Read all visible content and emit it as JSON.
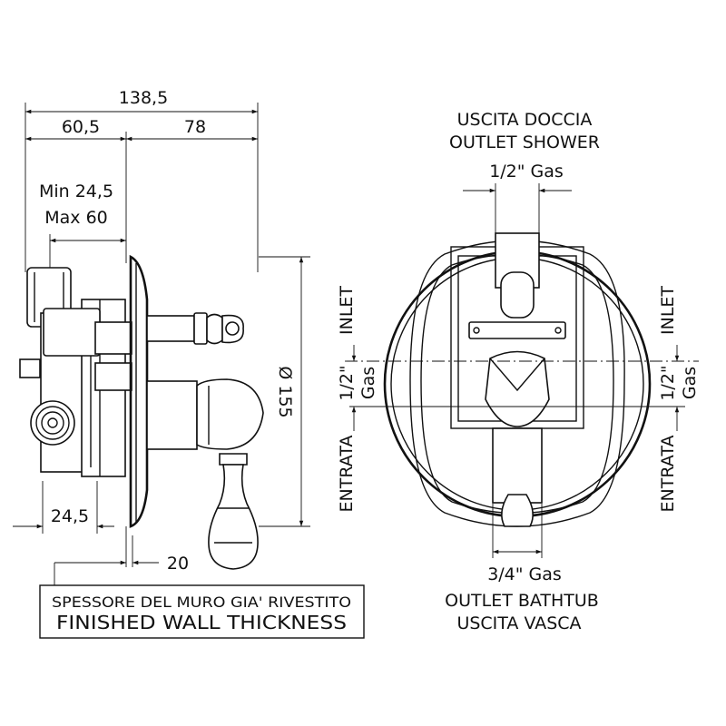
{
  "dimensions": {
    "overall_depth": "138,5",
    "body_depth": "60,5",
    "front_depth": "78",
    "wall_min": "Min 24,5",
    "wall_max": "Max 60",
    "bottom_offset": "24,5",
    "plate_offset": "20",
    "plate_diameter": "Ø 155"
  },
  "wall_note": {
    "italian": "SPESSORE DEL MURO GIA' RIVESTITO",
    "english": "FINISHED WALL THICKNESS"
  },
  "front_view": {
    "outlet_shower_it": "USCITA DOCCIA",
    "outlet_shower_en": "OUTLET SHOWER",
    "shower_size": "1/2\" Gas",
    "bathtub_size": "3/4\" Gas",
    "outlet_bathtub_en": "OUTLET BATHTUB",
    "outlet_bathtub_it": "USCITA VASCA",
    "inlet_left": {
      "inlet_en": "INLET",
      "size": "1/2\"",
      "gas": "Gas",
      "inlet_it": "ENTRATA"
    },
    "inlet_right": {
      "inlet_en": "INLET",
      "size": "1/2\"",
      "gas": "Gas",
      "inlet_it": "ENTRATA"
    }
  }
}
